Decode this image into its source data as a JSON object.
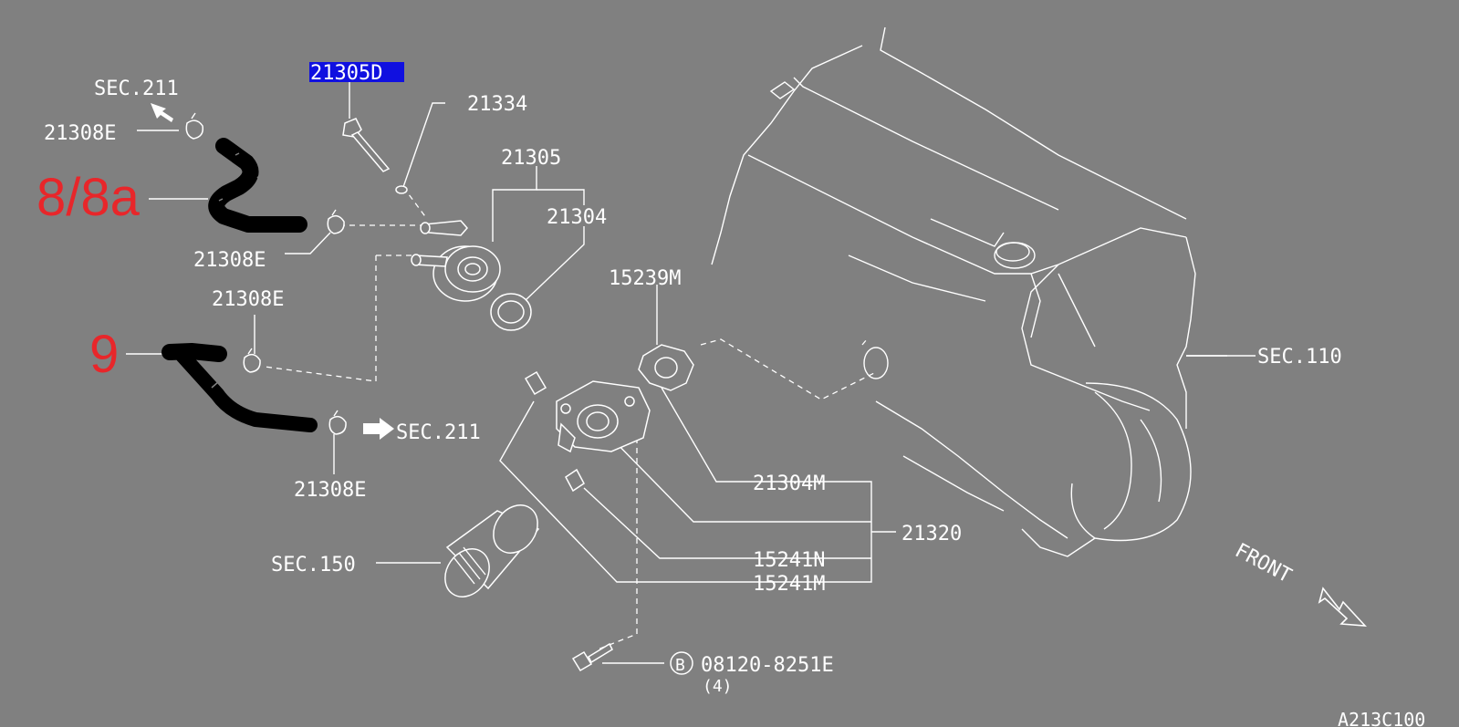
{
  "diagram": {
    "callouts": {
      "part_21305D": "21305D",
      "part_21334": "21334",
      "part_21305": "21305",
      "part_21304": "21304",
      "part_15239M": "15239M",
      "part_21308E_a": "21308E",
      "part_21308E_b": "21308E",
      "part_21308E_c": "21308E",
      "part_21308E_d": "21308E",
      "sec_211_a": "SEC.211",
      "sec_211_b": "SEC.211",
      "sec_110": "SEC.110",
      "sec_150": "SEC.150",
      "part_21304M": "21304M",
      "part_21320": "21320",
      "part_15241N": "15241N",
      "part_15241M": "15241M",
      "bolt_circle": "B",
      "bolt_number": "08120-8251E",
      "bolt_qty": "(4)",
      "front": "FRONT",
      "figure_code": "A213C100"
    },
    "annotations": {
      "hose_upper": "8/8a",
      "hose_lower": "9"
    },
    "colors": {
      "background": "#808080",
      "lines": "#ffffff",
      "annotation": "#e8262a",
      "highlight": "#1010e0",
      "hose": "#000000"
    }
  }
}
